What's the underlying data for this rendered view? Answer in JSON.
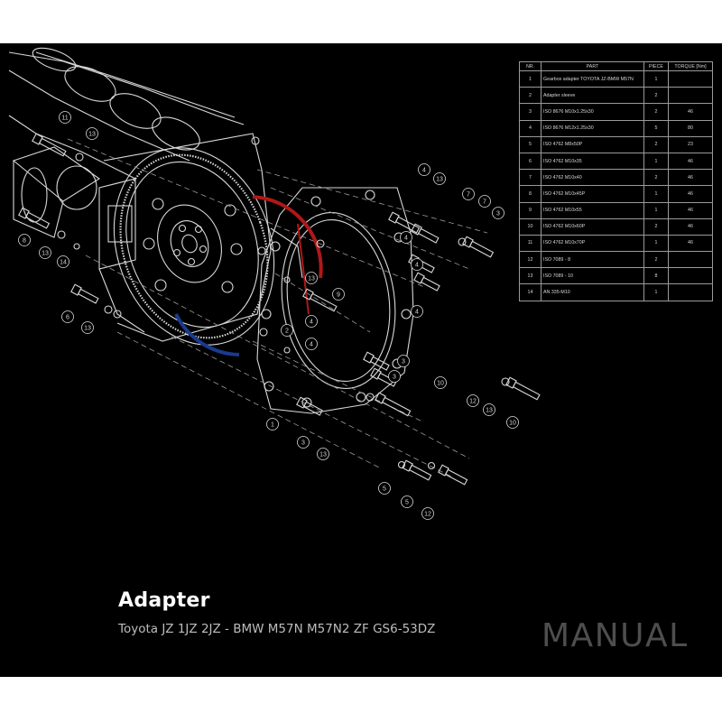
{
  "document": {
    "title": "Adapter",
    "subtitle": "Toyota JZ 1JZ 2JZ - BMW M57N M57N2  ZF GS6-53DZ",
    "brand": "MANUAL"
  },
  "parts_table": {
    "headers": {
      "nr": "NR.",
      "part": "PART",
      "piece": "PIECE",
      "torque": "TORQUE [Nm]"
    },
    "rows": [
      {
        "nr": "1",
        "part": "Gearbox adapter TOYOTA JZ-BMW M57N",
        "piece": "1",
        "torque": ""
      },
      {
        "nr": "2",
        "part": "Adapter sleeve",
        "piece": "2",
        "torque": ""
      },
      {
        "nr": "3",
        "part": "ISO 8676 M10x1.25x30",
        "piece": "2",
        "torque": "46"
      },
      {
        "nr": "4",
        "part": "ISO 8676 M12x1.25x30",
        "piece": "5",
        "torque": "80"
      },
      {
        "nr": "5",
        "part": "ISO 4762 M8x50P",
        "piece": "2",
        "torque": "23"
      },
      {
        "nr": "6",
        "part": "ISO 4762 M10x35",
        "piece": "1",
        "torque": "46"
      },
      {
        "nr": "7",
        "part": "ISO 4762 M10x40",
        "piece": "2",
        "torque": "46"
      },
      {
        "nr": "8",
        "part": "ISO 4762 M10x45P",
        "piece": "1",
        "torque": "46"
      },
      {
        "nr": "9",
        "part": "ISO 4762 M10x55",
        "piece": "1",
        "torque": "46"
      },
      {
        "nr": "10",
        "part": "ISO 4762 M10x60P",
        "piece": "2",
        "torque": "46"
      },
      {
        "nr": "11",
        "part": "ISO 4762 M10x70P",
        "piece": "1",
        "torque": "46"
      },
      {
        "nr": "12",
        "part": "ISO 7089 - 8",
        "piece": "2",
        "torque": ""
      },
      {
        "nr": "13",
        "part": "ISO 7089 - 10",
        "piece": "8",
        "torque": ""
      },
      {
        "nr": "14",
        "part": "AN 335-M10",
        "piece": "1",
        "torque": ""
      }
    ]
  },
  "balloons": [
    "11",
    "13",
    "8",
    "13",
    "14",
    "6",
    "13",
    "4",
    "13",
    "7",
    "7",
    "3",
    "4",
    "4",
    "4",
    "4",
    "13",
    "9",
    "2",
    "4",
    "3",
    "3",
    "1",
    "3",
    "13",
    "10",
    "12",
    "5",
    "5",
    "12",
    "13",
    "10"
  ],
  "colors": {
    "background": "#000000",
    "line": "#d8d8d8",
    "accent_blue": "#1b3a8f",
    "accent_red": "#b01818",
    "brand": "#4e4e4e"
  }
}
